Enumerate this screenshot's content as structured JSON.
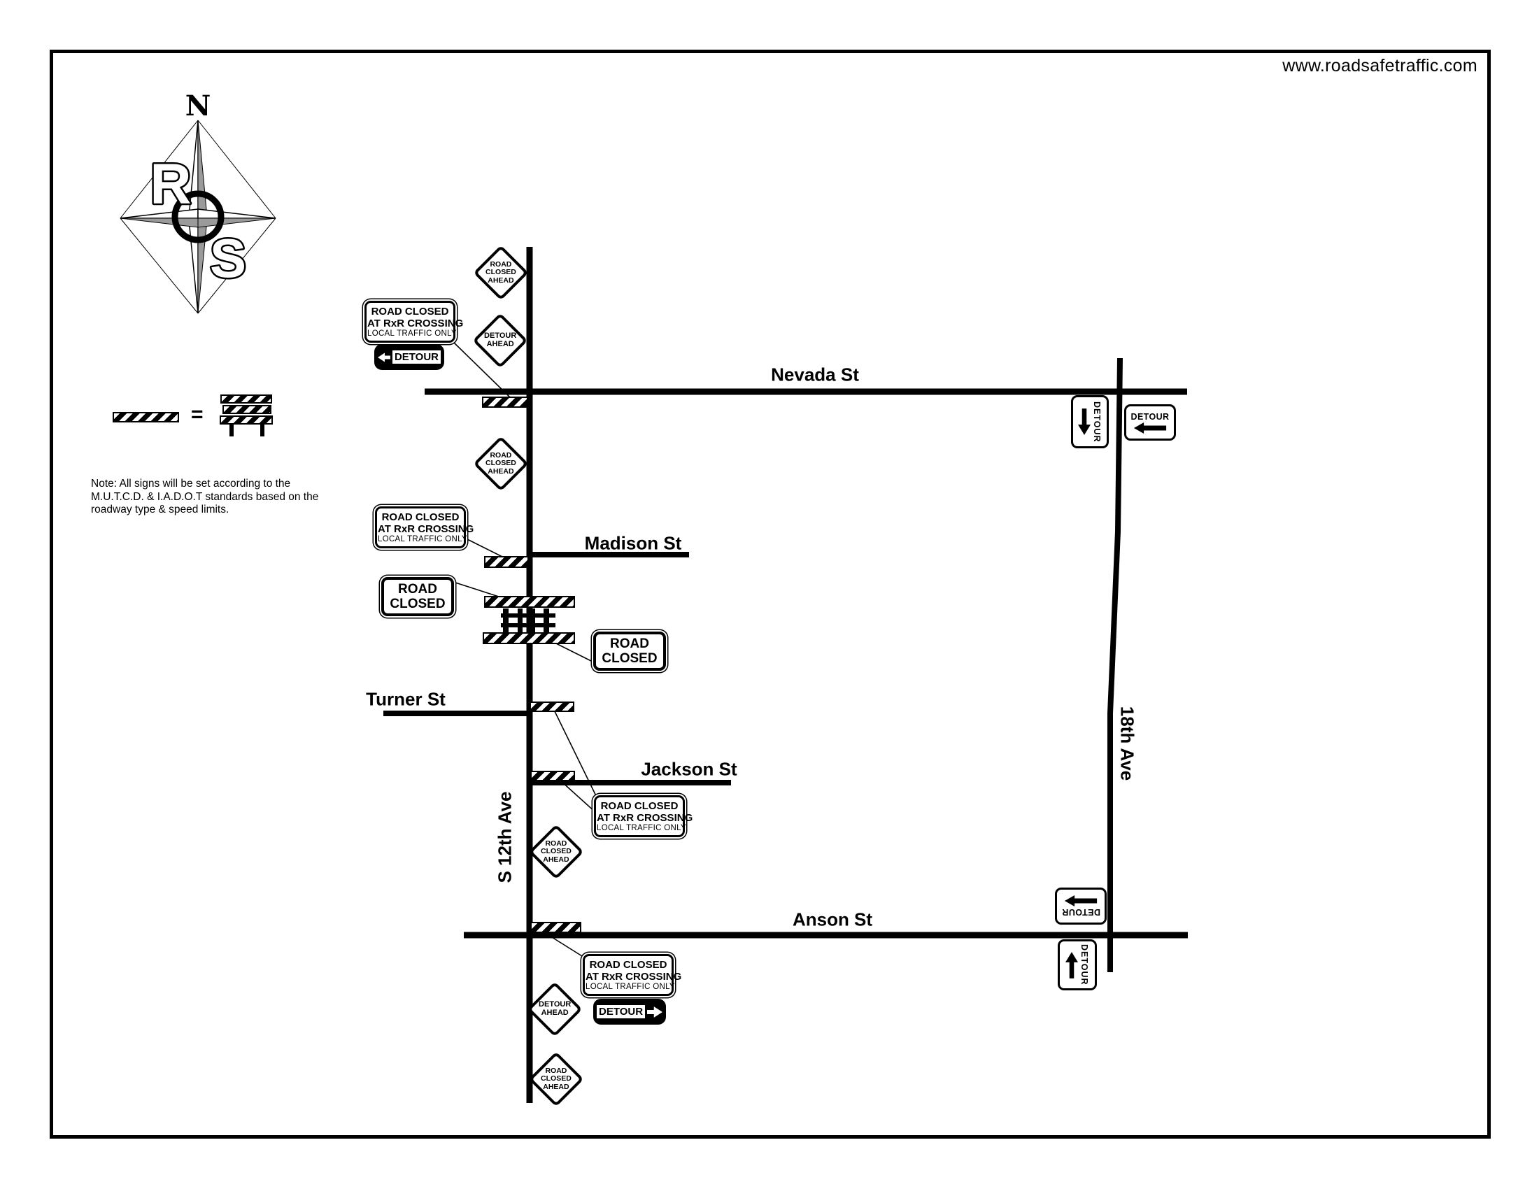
{
  "header": {
    "website": "www.roadsafetraffic.com"
  },
  "compass": {
    "north": "N",
    "letter_r": "R",
    "letter_s": "S"
  },
  "legend": {
    "equals_sign": "="
  },
  "note": {
    "line1": "Note: All signs will be set according to the",
    "line2": "M.U.T.C.D. & I.A.D.O.T standards based on the",
    "line3": "roadway type & speed limits."
  },
  "streets": {
    "nevada": "Nevada St",
    "madison": "Madison St",
    "turner": "Turner St",
    "jackson": "Jackson St",
    "anson": "Anson St",
    "s12th": "S 12th Ave",
    "ave18": "18th Ave"
  },
  "sign_text": {
    "road_closed_ahead": [
      "ROAD",
      "CLOSED",
      "AHEAD"
    ],
    "detour_ahead": [
      "DETOUR",
      "AHEAD"
    ],
    "road_closed": [
      "ROAD",
      "CLOSED"
    ],
    "rxr": [
      "ROAD CLOSED",
      "AT RxR CROSSING",
      "LOCAL TRAFFIC ONLY"
    ],
    "detour": "DETOUR"
  },
  "colors": {
    "ink": "#000000",
    "paper": "#ffffff",
    "compass_gray": "#9a9a9a"
  }
}
